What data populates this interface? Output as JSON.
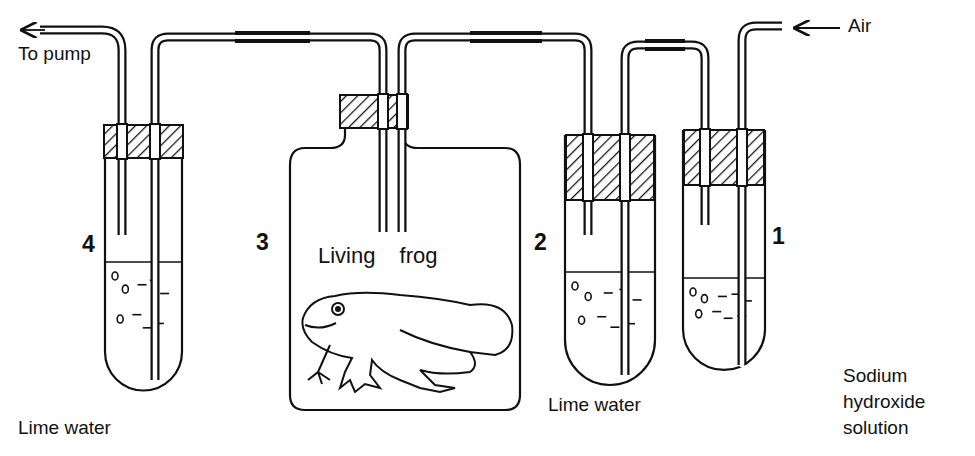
{
  "diagram": {
    "labels": [
      "To pump",
      "Air",
      "4",
      "3",
      "Living frog",
      "2",
      "1",
      "Lime water",
      "Lime water",
      "Sodium hydroxide solution"
    ]
  }
}
